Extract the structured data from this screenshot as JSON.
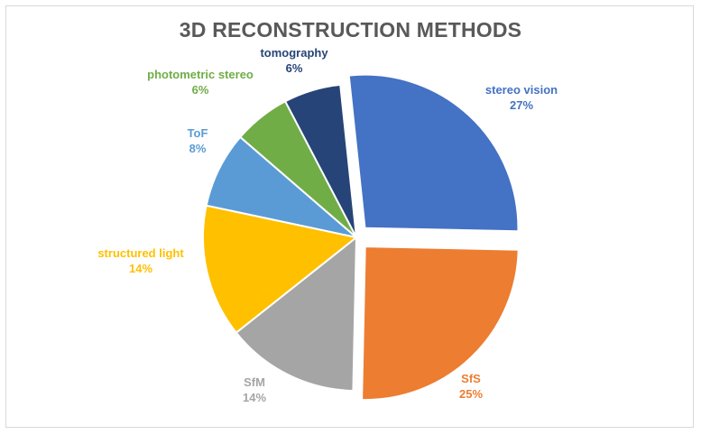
{
  "chart_data": {
    "type": "pie",
    "title": "3D RECONSTRUCTION METHODS",
    "slices": [
      {
        "label": "stereo vision",
        "value": 27,
        "value_label": "27%",
        "color": "#4472C4",
        "label_color": "#4472C4",
        "exploded": true
      },
      {
        "label": "SfS",
        "value": 25,
        "value_label": "25%",
        "color": "#ED7D31",
        "label_color": "#ED7D31",
        "exploded": true
      },
      {
        "label": "SfM",
        "value": 14,
        "value_label": "14%",
        "color": "#A5A5A5",
        "label_color": "#A5A5A5",
        "exploded": false
      },
      {
        "label": "structured light",
        "value": 14,
        "value_label": "14%",
        "color": "#FFC000",
        "label_color": "#FFC000",
        "exploded": false
      },
      {
        "label": "ToF",
        "value": 8,
        "value_label": "8%",
        "color": "#5B9BD5",
        "label_color": "#5B9BD5",
        "exploded": false
      },
      {
        "label": "photometric stereo",
        "value": 6,
        "value_label": "6%",
        "color": "#70AD47",
        "label_color": "#70AD47",
        "exploded": false
      },
      {
        "label": "tomography",
        "value": 6,
        "value_label": "6%",
        "color": "#264478",
        "label_color": "#264478",
        "exploded": false
      }
    ],
    "legend": "none",
    "data_labels": "outside"
  }
}
